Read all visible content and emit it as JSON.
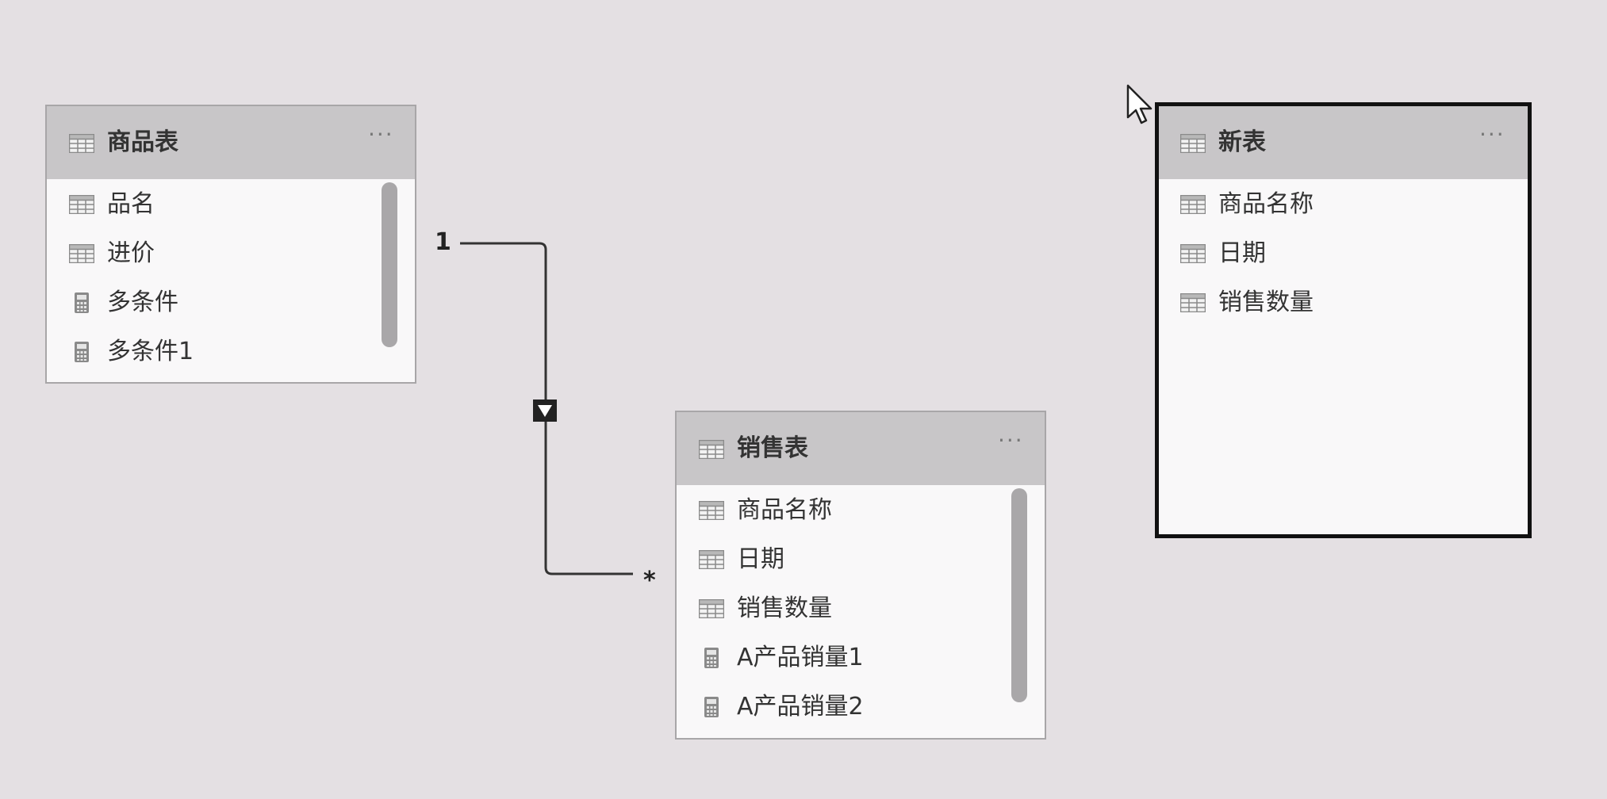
{
  "tables": [
    {
      "title": "商品表",
      "more": "···",
      "fields": [
        {
          "label": "品名",
          "icon": "table-column-icon"
        },
        {
          "label": "进价",
          "icon": "table-column-icon"
        },
        {
          "label": "多条件",
          "icon": "calculator-icon"
        },
        {
          "label": "多条件1",
          "icon": "calculator-icon"
        }
      ]
    },
    {
      "title": "销售表",
      "more": "···",
      "fields": [
        {
          "label": "商品名称",
          "icon": "table-column-icon"
        },
        {
          "label": "日期",
          "icon": "table-column-icon"
        },
        {
          "label": "销售数量",
          "icon": "table-column-icon"
        },
        {
          "label": "A产品销量1",
          "icon": "calculator-icon"
        },
        {
          "label": "A产品销量2",
          "icon": "calculator-icon"
        }
      ]
    },
    {
      "title": "新表",
      "more": "···",
      "fields": [
        {
          "label": "商品名称",
          "icon": "table-column-icon"
        },
        {
          "label": "日期",
          "icon": "table-column-icon"
        },
        {
          "label": "销售数量",
          "icon": "table-column-icon"
        }
      ]
    }
  ],
  "relationship": {
    "one_side": "1",
    "many_side": "*",
    "filter_icon": "filter-direction-down-icon"
  },
  "colors": {
    "canvas": "#e4e0e3",
    "header": "#c8c6c8",
    "card": "#f9f8f9",
    "selected_border": "#111111",
    "line": "#333333"
  }
}
